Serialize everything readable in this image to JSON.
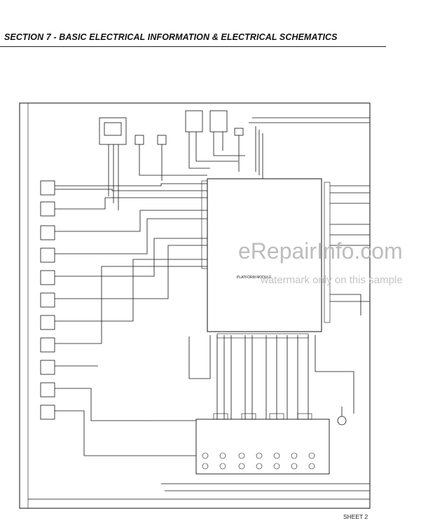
{
  "header": {
    "title": "SECTION 7 - BASIC ELECTRICAL INFORMATION & ELECTRICAL SCHEMATICS"
  },
  "schematic": {
    "module_label": "PLATFORM MODULE",
    "sheet_label": "SHEET 2"
  },
  "watermark": {
    "main": "eRepairInfo.com",
    "sub": "watermark only on this sample"
  },
  "colors": {
    "line": "#111111",
    "watermark": "#bdbdbd"
  }
}
